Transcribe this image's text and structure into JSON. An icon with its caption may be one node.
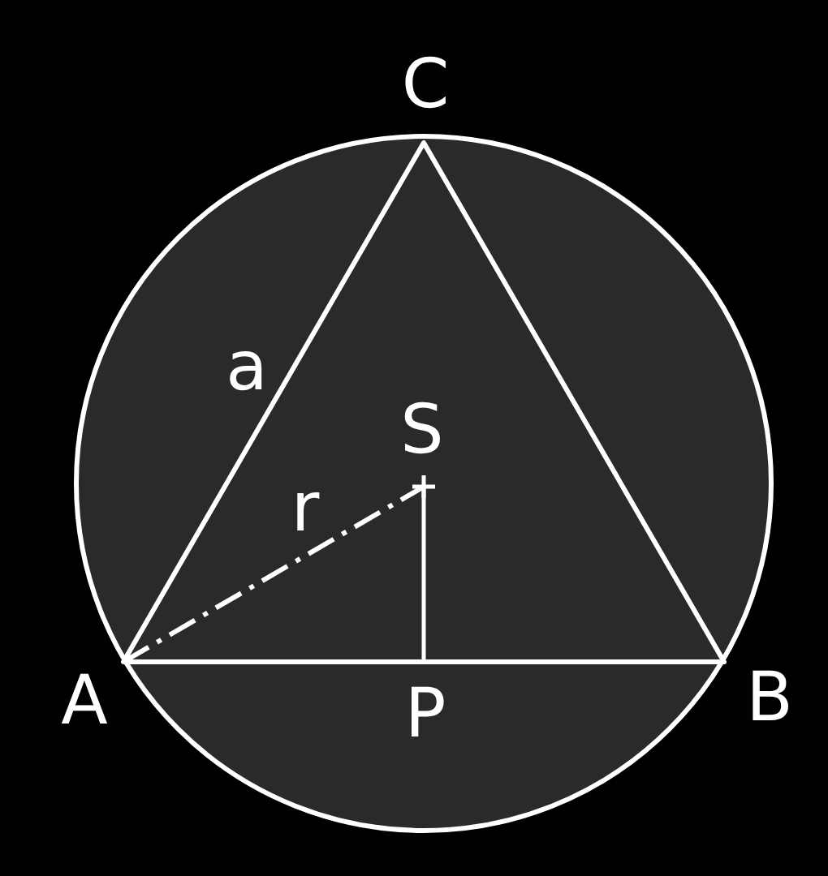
{
  "diagram": {
    "labels": [
      "C",
      "a",
      "S",
      "r",
      "A",
      "P",
      "B"
    ]
  }
}
